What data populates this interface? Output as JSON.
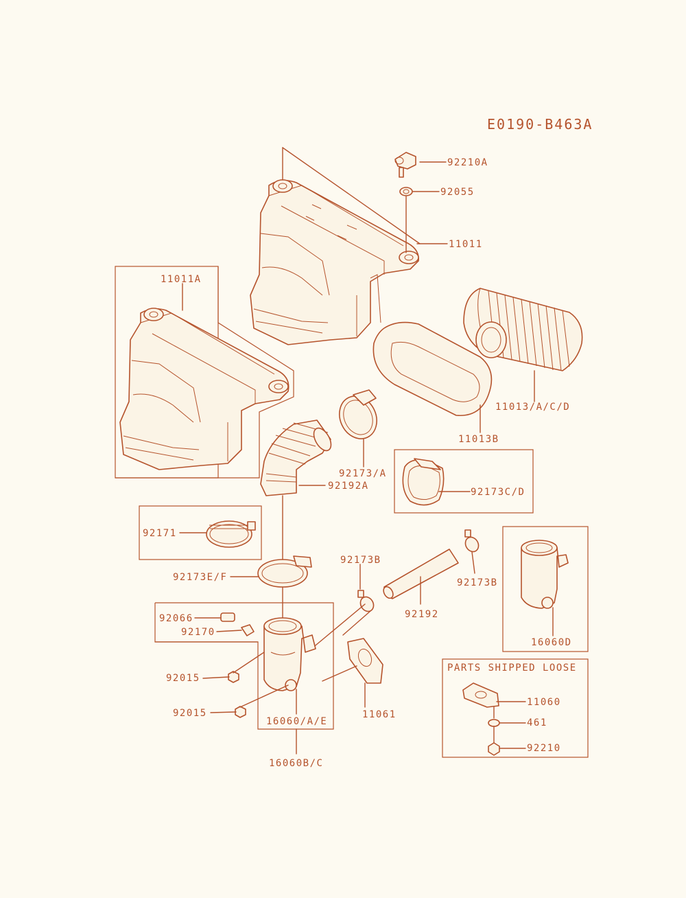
{
  "diagram_code": "E0190-B463A",
  "loose_box_title": "PARTS SHIPPED LOOSE",
  "labels": {
    "p92210A": "92210A",
    "p92055": "92055",
    "p11011": "11011",
    "p11011A": "11011A",
    "p11013ACD": "11013/A/C/D",
    "p11013B": "11013B",
    "p92173A": "92173/A",
    "p92192A": "92192A",
    "p92173CD": "92173C/D",
    "p92171": "92171",
    "p92173EF": "92173E/F",
    "p92173B_left": "92173B",
    "p92173B_right": "92173B",
    "p92192": "92192",
    "p92066": "92066",
    "p92170": "92170",
    "p92015_top": "92015",
    "p92015_bottom": "92015",
    "p16060AE": "16060/A/E",
    "p16060BC": "16060B/C",
    "p11061": "11061",
    "p16060D": "16060D",
    "p11060": "11060",
    "p461": "461",
    "p92210": "92210"
  },
  "colors": {
    "ink": "#b5532c",
    "paper": "#fdfaf1"
  }
}
